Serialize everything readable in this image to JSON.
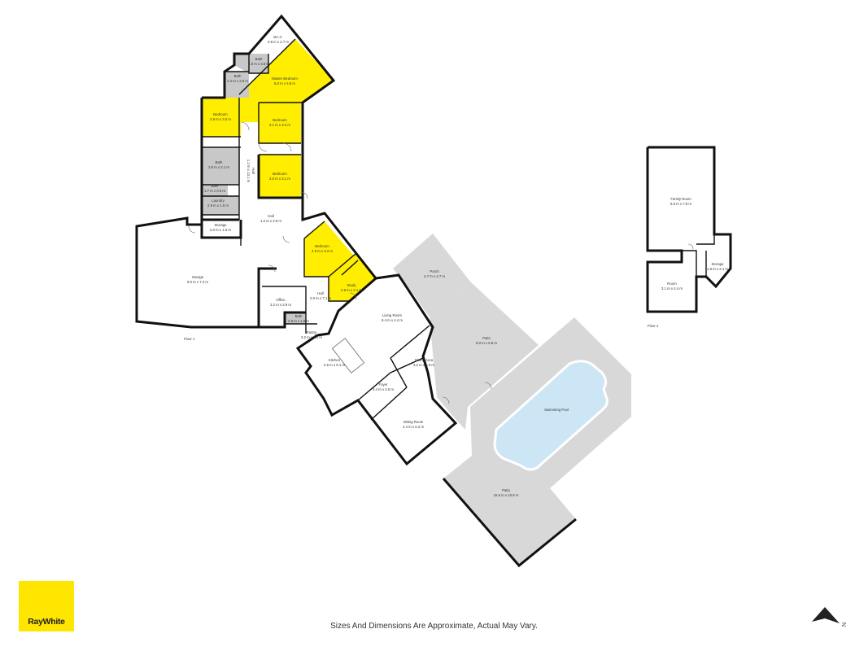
{
  "rooms": {
    "wic": {
      "name": "W.I.C.",
      "dims": "3.8 m x 2.7 m"
    },
    "bath_top": {
      "name": "Bath",
      "dims": "2.8 m x 3.8 m"
    },
    "bath_small": {
      "name": "Bath",
      "dims": "2.3 m x 2.8 m"
    },
    "master": {
      "name": "Master Bedroom",
      "dims": "5.0 m x 4.8 m"
    },
    "bed1": {
      "name": "Bedroom",
      "dims": "2.9 m x 3.0 m"
    },
    "bed2": {
      "name": "Bedroom",
      "dims": "3.1 m x 3.2 m"
    },
    "bed3": {
      "name": "Bedroom",
      "dims": "3.5 m x 3.1 m"
    },
    "bath2": {
      "name": "Bath",
      "dims": "2.9 m x 2.1 m"
    },
    "bath3": {
      "name": "Bath",
      "dims": "1.7 m x 0.9 m"
    },
    "laundry": {
      "name": "Laundry",
      "dims": "2.9 m x 1.6 m"
    },
    "storage": {
      "name": "Storage",
      "dims": "3.0 m x 1.5 m"
    },
    "hall": {
      "name": "Hall",
      "dims": "1.2 m x 2.9 m"
    },
    "hall_vertical": {
      "name": "Hall",
      "dims": "1.2 m x 13.1 m"
    },
    "bed4": {
      "name": "Bedroom",
      "dims": "4.9 m x 3.2 m"
    },
    "garage": {
      "name": "Garage",
      "dims": "9.0 m x 7.2 m"
    },
    "study": {
      "name": "Study",
      "dims": "2.9 m x 2.1 m"
    },
    "hall2": {
      "name": "Hall",
      "dims": "2.0 m x 7.1 m"
    },
    "office": {
      "name": "Office",
      "dims": "3.2 m x 2.8 m"
    },
    "bath4": {
      "name": "Bath",
      "dims": "2.9 m x 1.5 m"
    },
    "pantry": {
      "name": "Pantry",
      "dims": "3.2 m x 1.2 m"
    },
    "porch": {
      "name": "Porch",
      "dims": "4.7 m x 4.7 m"
    },
    "living": {
      "name": "Living Room",
      "dims": "9.4 m x 4.4 m"
    },
    "patio1": {
      "name": "Patio",
      "dims": "8.0 m x 6.8 m"
    },
    "kitchen": {
      "name": "Kitchen",
      "dims": "2.5 m x 5.1 m"
    },
    "dining": {
      "name": "Dining Area",
      "dims": "3.2 m x 5.0 m"
    },
    "foyer": {
      "name": "Foyer",
      "dims": "3.4 m x 2.6 m"
    },
    "sitting": {
      "name": "Sitting Room",
      "dims": "4.4 m x 6.2 m"
    },
    "pool": {
      "name": "Swimming Pool",
      "dims": ""
    },
    "patio2": {
      "name": "Patio",
      "dims": "15.6 m x 10.8 m"
    },
    "family": {
      "name": "Family Room",
      "dims": "6.8 m x 7.8 m"
    },
    "room": {
      "name": "Room",
      "dims": "3.1 m x 4.4 m"
    },
    "storage2": {
      "name": "Storage",
      "dims": "1.8 m x 2.1 m"
    }
  },
  "floors": {
    "floor1": "Floor 1",
    "floor2": "Floor 2"
  },
  "footer": "Sizes And Dimensions Are Approximate, Actual May Vary.",
  "logo": {
    "text": "RayWhite"
  },
  "compass": {
    "label": "N"
  },
  "colors": {
    "bedroom_fill": "#ffee00",
    "outdoor_fill": "#d8d8d8",
    "wet_area_fill": "#c8c8c8",
    "pool_fill": "#cde6f5",
    "brand_yellow": "#ffe600"
  }
}
